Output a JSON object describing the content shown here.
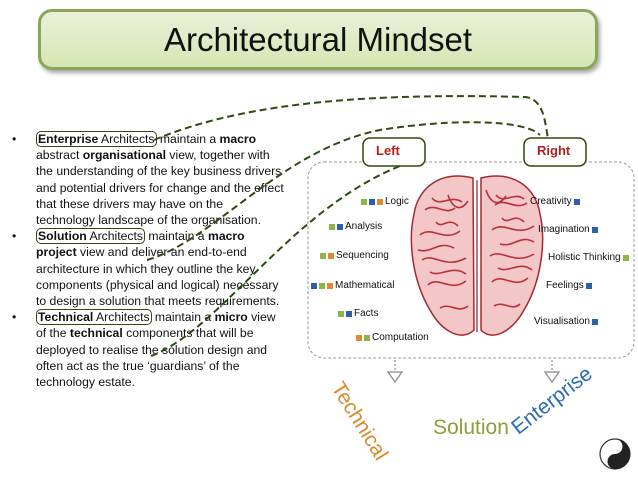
{
  "title": "Architectural Mindset",
  "bullets": [
    {
      "segments": [
        {
          "t": "Enterprise",
          "b": true,
          "hl": true
        },
        {
          "t": " Architects",
          "b": false,
          "hl": true
        },
        {
          "t": " maintain a ",
          "b": false
        },
        {
          "t": "macro",
          "b": true
        },
        {
          "t": " abstract ",
          "b": false
        },
        {
          "t": "organisational",
          "b": true
        },
        {
          "t": " view, together with the understanding of the key business drivers and potential drivers for change and the effect that these drivers may have on the technology landscape of the organisation.",
          "b": false
        }
      ]
    },
    {
      "segments": [
        {
          "t": "Solution",
          "b": true,
          "hl": true
        },
        {
          "t": " Architects",
          "b": false,
          "hl": true
        },
        {
          "t": " maintain a ",
          "b": false
        },
        {
          "t": "macro project",
          "b": true
        },
        {
          "t": " view and deliver an end-to-end architecture in which they outline the key components (physical and logical) necessary to design a solution that meets requirements.",
          "b": false
        }
      ]
    },
    {
      "segments": [
        {
          "t": "Technical",
          "b": true,
          "hl": true
        },
        {
          "t": " Architects",
          "b": false,
          "hl": true
        },
        {
          "t": " maintain a ",
          "b": false
        },
        {
          "t": "micro",
          "b": true
        },
        {
          "t": " view of the ",
          "b": false
        },
        {
          "t": "technical",
          "b": true
        },
        {
          "t": " components that will be deployed to realise the solution design and often act as the true ‘guardians’ of the technology estate.",
          "b": false
        }
      ]
    }
  ],
  "bullet_char": "•",
  "brain": {
    "left_label": "Left",
    "right_label": "Right",
    "left_functions": [
      "Logic",
      "Analysis",
      "Sequencing",
      "Mathematical",
      "Facts",
      "Computation"
    ],
    "right_functions": [
      "Creativity",
      "Imagination",
      "Holistic Thinking",
      "Feelings",
      "Visualisation"
    ]
  },
  "bottom_words": [
    "Technical",
    "Solution",
    "Enterprise"
  ],
  "colors": {
    "green": "#8db64a",
    "blue": "#2f5fa8",
    "orange": "#e08a2a",
    "red_text": "#b21f1f",
    "dash": "#2f4a12"
  }
}
